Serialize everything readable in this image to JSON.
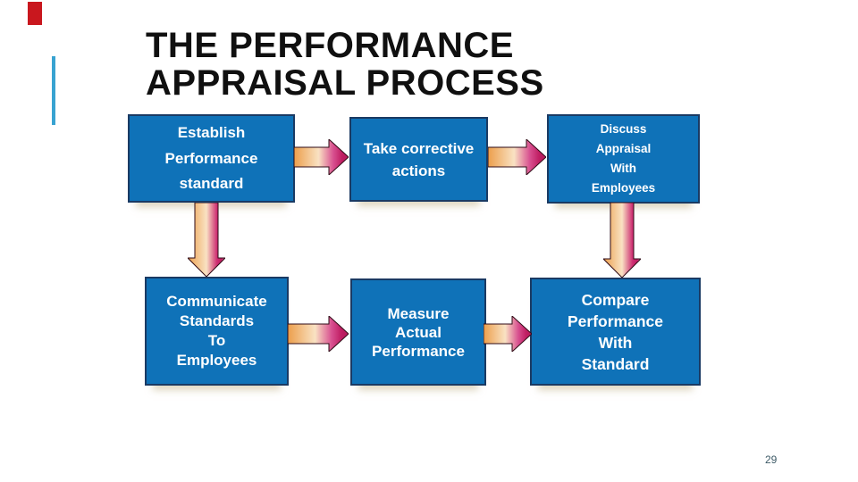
{
  "slide": {
    "title": {
      "line1": "THE PERFORMANCE",
      "line2": "APPRAISAL PROCESS"
    },
    "page_number": "29"
  },
  "colors": {
    "box_fill": "#0F72B8",
    "box_border": "#1A3A63",
    "box_text": "#FFFFFF",
    "title_color": "#101010",
    "accent_bar": "#38A3D1",
    "red_mark": "#C9171E",
    "page_number_color": "#3D5A66",
    "arrow_outline": "#2E0A14",
    "arrow_orange": "#EC9E4B",
    "arrow_cream": "#F9E2C3",
    "arrow_magenta": "#B51A5B"
  },
  "gradients": [
    {
      "id": "gradH",
      "stops": [
        [
          "0%",
          "#EC9E4B"
        ],
        [
          "45%",
          "#F9E2C3"
        ],
        [
          "72%",
          "#D85090"
        ],
        [
          "88%",
          "#C01E63"
        ],
        [
          "100%",
          "#B51A5B"
        ]
      ]
    },
    {
      "id": "gradV",
      "stops": [
        [
          "0%",
          "#EC9E4B"
        ],
        [
          "50%",
          "#F9E2C3"
        ],
        [
          "78%",
          "#CD2E72"
        ],
        [
          "90%",
          "#C01E63"
        ],
        [
          "100%",
          "#E48AB4"
        ]
      ]
    }
  ],
  "flowchart": {
    "boxes": [
      {
        "id": "establish-performance-standard",
        "lines": [
          "Establish",
          "Performance",
          "standard"
        ]
      },
      {
        "id": "take-corrective-actions",
        "lines": [
          "Take corrective",
          "actions"
        ]
      },
      {
        "id": "discuss-appraisal-with-employees",
        "lines": [
          "Discuss",
          "Appraisal",
          "With",
          "Employees"
        ]
      },
      {
        "id": "communicate-standards-to-employees",
        "lines": [
          "Communicate",
          "Standards",
          "To",
          "Employees"
        ]
      },
      {
        "id": "measure-actual-performance",
        "lines": [
          "Measure",
          "Actual",
          "Performance"
        ]
      },
      {
        "id": "compare-performance-with-standard",
        "lines": [
          "Compare",
          "Performance",
          "With",
          "Standard"
        ]
      }
    ],
    "arrows": [
      {
        "from": "establish-performance-standard",
        "to": "take-corrective-actions",
        "direction": "right"
      },
      {
        "from": "take-corrective-actions",
        "to": "discuss-appraisal-with-employees",
        "direction": "right"
      },
      {
        "from": "establish-performance-standard",
        "to": "communicate-standards-to-employees",
        "direction": "down"
      },
      {
        "from": "discuss-appraisal-with-employees",
        "to": "compare-performance-with-standard",
        "direction": "down"
      },
      {
        "from": "communicate-standards-to-employees",
        "to": "measure-actual-performance",
        "direction": "right"
      },
      {
        "from": "measure-actual-performance",
        "to": "compare-performance-with-standard",
        "direction": "right"
      }
    ]
  }
}
